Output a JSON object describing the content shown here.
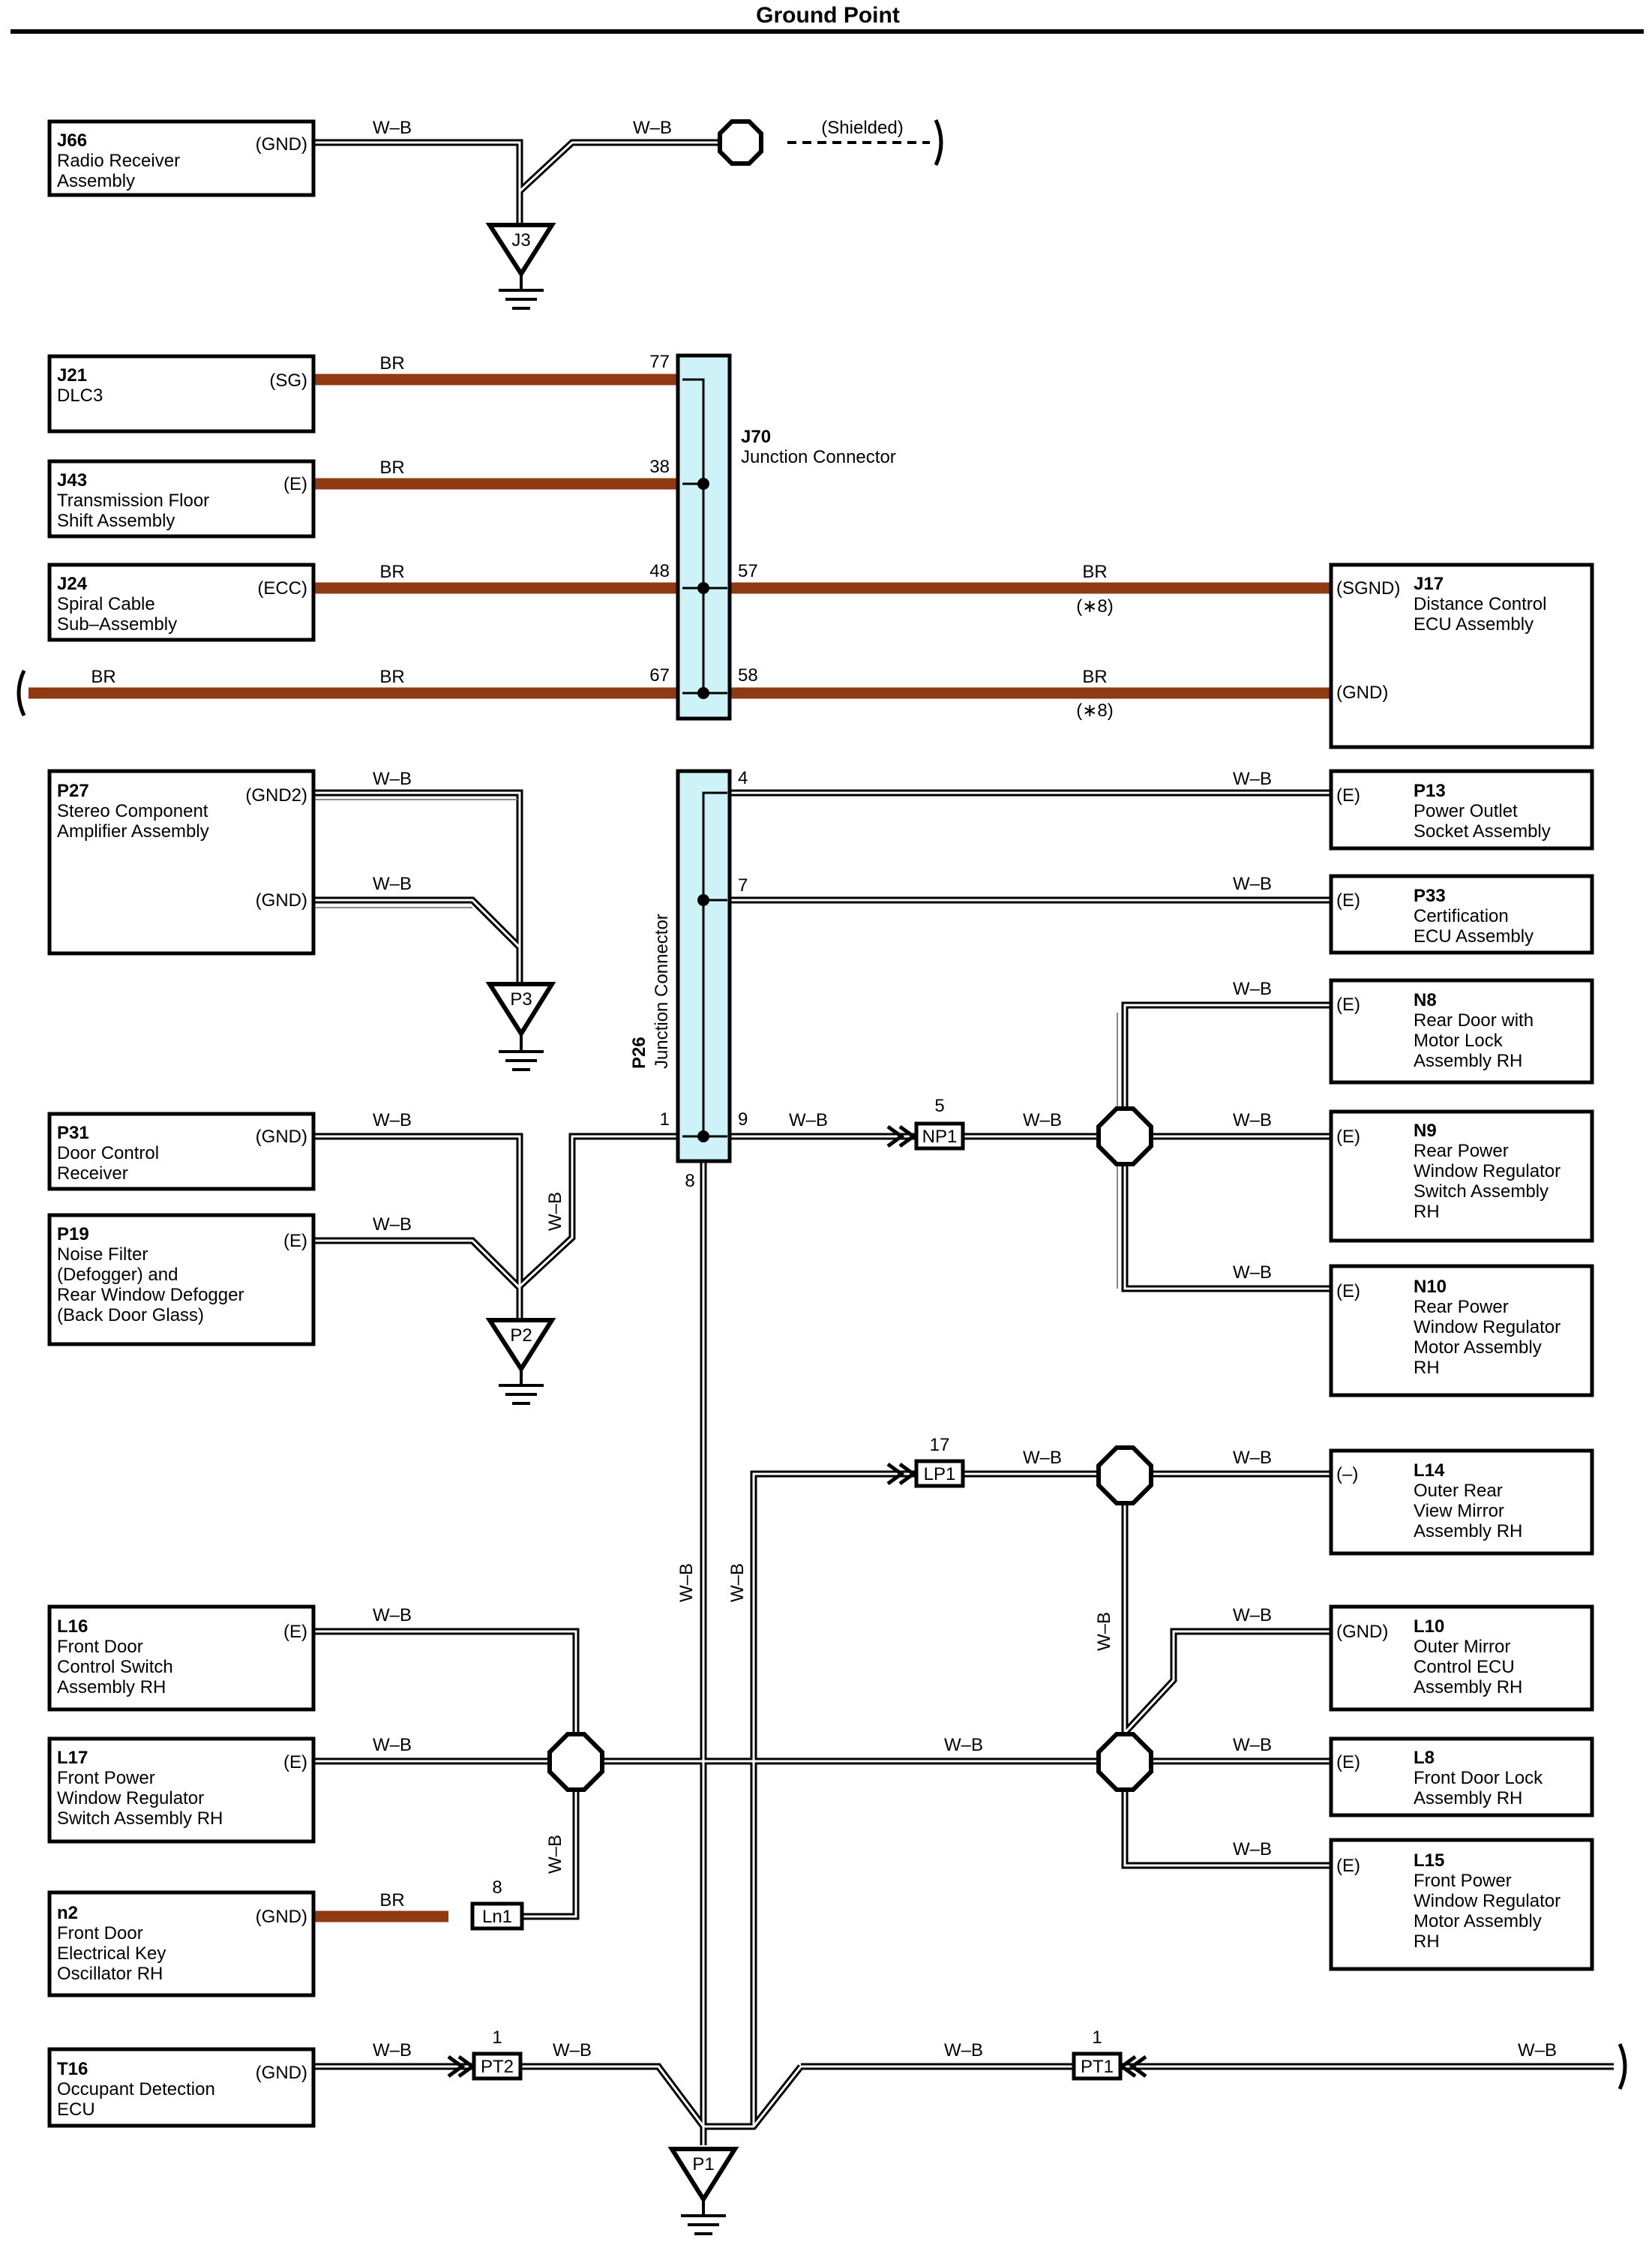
{
  "title": "Ground Point",
  "components": {
    "j66": {
      "code": "J66",
      "l1": "Radio Receiver",
      "l2": "Assembly",
      "pin": "(GND)"
    },
    "j21": {
      "code": "J21",
      "l1": "DLC3",
      "pin": "(SG)"
    },
    "j43": {
      "code": "J43",
      "l1": "Transmission Floor",
      "l2": "Shift Assembly",
      "pin": "(E)"
    },
    "j24": {
      "code": "J24",
      "l1": "Spiral Cable",
      "l2": "Sub–Assembly",
      "pin": "(ECC)"
    },
    "j17": {
      "code": "J17",
      "l1": "Distance Control",
      "l2": "ECU Assembly",
      "pin1": "(SGND)",
      "pin2": "(GND)"
    },
    "p27": {
      "code": "P27",
      "l1": "Stereo Component",
      "l2": "Amplifier Assembly",
      "pin1": "(GND2)",
      "pin2": "(GND)"
    },
    "p13": {
      "code": "P13",
      "l1": "Power Outlet",
      "l2": "Socket Assembly",
      "pin": "(E)"
    },
    "p33": {
      "code": "P33",
      "l1": "Certification",
      "l2": "ECU Assembly",
      "pin": "(E)"
    },
    "n8": {
      "code": "N8",
      "l1": "Rear Door with",
      "l2": "Motor Lock",
      "l3": "Assembly RH",
      "pin": "(E)"
    },
    "p31": {
      "code": "P31",
      "l1": "Door Control",
      "l2": "Receiver",
      "pin": "(GND)"
    },
    "n9": {
      "code": "N9",
      "l1": "Rear Power",
      "l2": "Window Regulator",
      "l3": "Switch Assembly",
      "l4": "RH",
      "pin": "(E)"
    },
    "p19": {
      "code": "P19",
      "l1": "Noise Filter",
      "l2": "(Defogger) and",
      "l3": "Rear Window Defogger",
      "l4": "(Back Door Glass)",
      "pin": "(E)"
    },
    "n10": {
      "code": "N10",
      "l1": "Rear Power",
      "l2": "Window Regulator",
      "l3": "Motor Assembly",
      "l4": "RH",
      "pin": "(E)"
    },
    "l14": {
      "code": "L14",
      "l1": "Outer Rear",
      "l2": "View Mirror",
      "l3": "Assembly RH",
      "pin": "(–)"
    },
    "l16": {
      "code": "L16",
      "l1": "Front Door",
      "l2": "Control Switch",
      "l3": "Assembly RH",
      "pin": "(E)"
    },
    "l10": {
      "code": "L10",
      "l1": "Outer Mirror",
      "l2": "Control ECU",
      "l3": "Assembly RH",
      "pin": "(GND)"
    },
    "l17": {
      "code": "L17",
      "l1": "Front Power",
      "l2": "Window Regulator",
      "l3": "Switch Assembly RH",
      "pin": "(E)"
    },
    "l8": {
      "code": "L8",
      "l1": "Front Door Lock",
      "l2": "Assembly RH",
      "pin": "(E)"
    },
    "n2": {
      "code": "n2",
      "l1": "Front Door",
      "l2": "Electrical Key",
      "l3": "Oscillator RH",
      "pin": "(GND)"
    },
    "l15": {
      "code": "L15",
      "l1": "Front Power",
      "l2": "Window Regulator",
      "l3": "Motor Assembly",
      "l4": "RH",
      "pin": "(E)"
    },
    "t16": {
      "code": "T16",
      "l1": "Occupant Detection",
      "l2": "ECU",
      "pin": "(GND)"
    }
  },
  "junctions": {
    "j70": {
      "code": "J70",
      "name": "Junction Connector",
      "pins": {
        "p77": "77",
        "p38": "38",
        "p48": "48",
        "p67": "67",
        "p57": "57",
        "p58": "58"
      }
    },
    "p26": {
      "code": "P26",
      "name": "Junction Connector",
      "pins": {
        "p4": "4",
        "p7": "7",
        "p1": "1",
        "p9": "9",
        "p8": "8"
      }
    }
  },
  "grounds": {
    "j3": "J3",
    "p3": "P3",
    "p2": "P2",
    "p1": "P1"
  },
  "connectors": {
    "np1": {
      "name": "NP1",
      "pin": "5"
    },
    "lp1": {
      "name": "LP1",
      "pin": "17"
    },
    "ln1": {
      "name": "Ln1",
      "pin": "8"
    },
    "pt2": {
      "name": "PT2",
      "pin": "1"
    },
    "pt1": {
      "name": "PT1",
      "pin": "1"
    }
  },
  "wires": {
    "wb": "W–B",
    "br": "BR",
    "shielded": "(Shielded)",
    "note8": "(∗8)"
  },
  "colors": {
    "br": "#8f3a12",
    "junction_fill": "#cdf3f8",
    "wire": "#000000",
    "background": "#ffffff"
  }
}
